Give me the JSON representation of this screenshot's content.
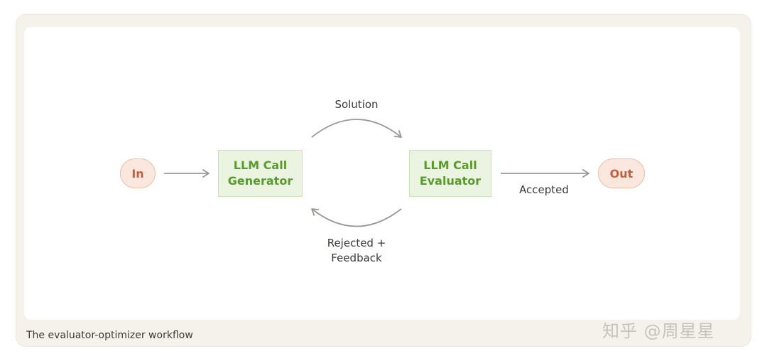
{
  "nodes": {
    "in": "In",
    "out": "Out",
    "generator": [
      "LLM Call",
      "Generator"
    ],
    "evaluator": [
      "LLM Call",
      "Evaluator"
    ]
  },
  "edges": {
    "solution": "Solution",
    "rejected": [
      "Rejected +",
      "Feedback"
    ],
    "accepted": "Accepted"
  },
  "caption": "The evaluator-optimizer workflow",
  "watermark": "知乎 @周星星",
  "colors": {
    "io_fill": "#fbe7dd",
    "io_border": "#e9bfa8",
    "io_text": "#c2603c",
    "llm_fill": "#eaf4e1",
    "llm_border": "#c9e2b6",
    "llm_text": "#5a9a2c",
    "arrow": "#9a9893"
  }
}
